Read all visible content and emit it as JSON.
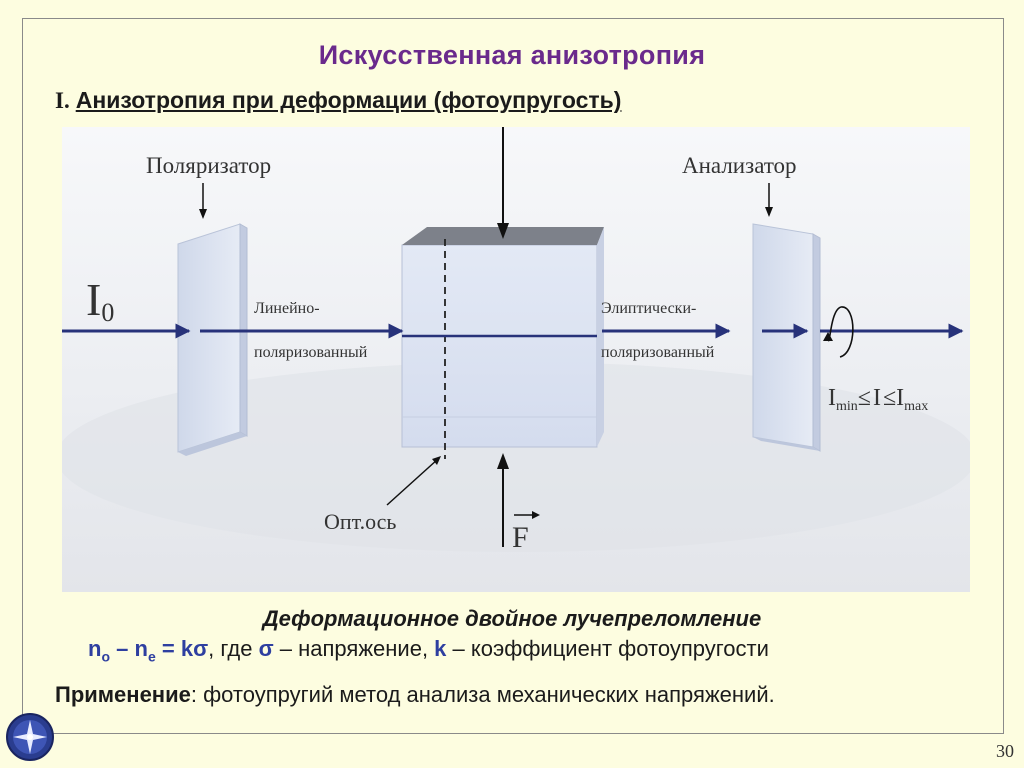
{
  "title": "Искусственная анизотропия",
  "subtitle": {
    "number": "I.",
    "text": "Анизотропия при деформации (фотоупругость)"
  },
  "diagram": {
    "polarizer_label": "Поляризатор",
    "analyzer_label": "Анализатор",
    "intensity_in": "I",
    "intensity_in_sub": "0",
    "beam_linear_1": "Линейно-",
    "beam_linear_2": "поляризованный",
    "beam_elliptic_1": "Элиптически-",
    "beam_elliptic_2": "поляризованный",
    "optic_axis_label": "Опт.ось",
    "force_label": "F",
    "range_label": {
      "i_min": "I",
      "i_min_sub": "min",
      "le_1": "≤",
      "i_mid": "I",
      "le_2": "≤",
      "i_max": "I",
      "i_max_sub": "max"
    }
  },
  "caption": "Деформационное двойное лучепреломление",
  "formula": {
    "n_o": "n",
    "n_o_sub": "o",
    "minus": "–",
    "n_e": "n",
    "n_e_sub": "e",
    "eq": "= kσ",
    "text1": ", где ",
    "sigma": "σ",
    "dash1": " – напряжение, ",
    "k": "k",
    "dash2": " – коэффициент фотоупругости"
  },
  "application": {
    "label": "Применение",
    "text": ": фотоупругий метод анализа механических напряжений."
  },
  "page_number": "30",
  "colors": {
    "title": "#6a2a8c",
    "beam": "#27327a",
    "accent_text": "#2e3fa0",
    "background": "#fdfde0"
  }
}
